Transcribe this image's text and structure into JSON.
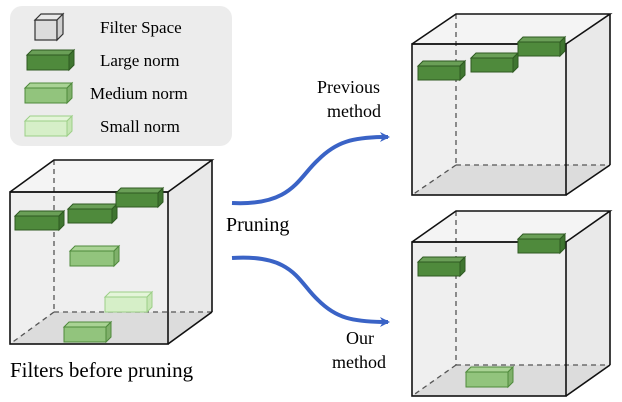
{
  "legend": {
    "items": [
      {
        "label": "Filter Space",
        "icon": "cube-icon"
      },
      {
        "label": "Large norm",
        "icon": "large-norm-filter-icon",
        "color": "#4f8a3c"
      },
      {
        "label": "Medium norm",
        "icon": "medium-norm-filter-icon",
        "color": "#92c47d"
      },
      {
        "label": "Small norm",
        "icon": "small-norm-filter-icon",
        "color": "#d6efc8"
      }
    ]
  },
  "labels": {
    "before": "Filters before pruning",
    "pruning": "Pruning",
    "previous_line1": "Previous",
    "previous_line2": "method",
    "ours_line1": "Our",
    "ours_line2": "method"
  },
  "colors": {
    "large": "#4f8a3c",
    "medium": "#92c47d",
    "small": "#d6efc8",
    "arrow": "#3a63c6",
    "cube_face": "#efefef",
    "legend_bg": "#ececec"
  }
}
